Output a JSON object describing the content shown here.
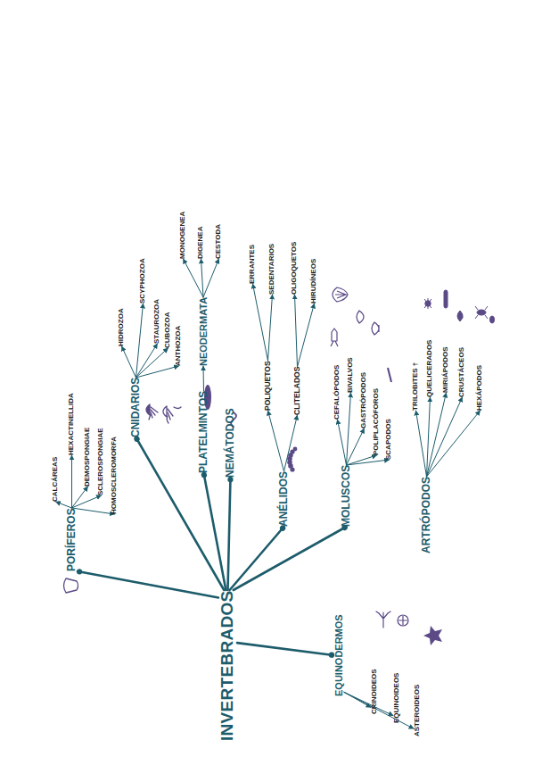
{
  "diagram": {
    "nodes": [
      {
        "text": [
          "INVERTEBRADOS"
        ]
      },
      {
        "text": [
          "PORÍFEROS"
        ]
      },
      {
        "text": [
          "CALCÁREAS"
        ]
      },
      {
        "text": [
          "HEXACTINELLIDA"
        ]
      },
      {
        "text": [
          "DEMOSPONGIAE"
        ]
      },
      {
        "text": [
          "SCLEROSPONGIAE"
        ]
      },
      {
        "text": [
          "HOMOSCLEROMORFA"
        ]
      },
      {
        "text": [
          "CNIDARIOS"
        ]
      },
      {
        "text": [
          "HIDROZOA"
        ]
      },
      {
        "text": [
          "SCYPHOZOA"
        ]
      },
      {
        "text": [
          "STAUROZOA"
        ]
      },
      {
        "text": [
          "CUBOZOA"
        ]
      },
      {
        "text": [
          "ANTHOZOA"
        ]
      },
      {
        "text": [
          "PLATELMINTOS"
        ]
      },
      {
        "text": [
          "NEODERMATA"
        ]
      },
      {
        "text": [
          "MONOGENEA"
        ]
      },
      {
        "text": [
          "DIGENEA"
        ]
      },
      {
        "text": [
          "CESTODA"
        ]
      },
      {
        "text": [
          "NEMÁTODOS"
        ]
      },
      {
        "text": [
          "ANÉLIDOS"
        ]
      },
      {
        "text": [
          "POLIQUETOS"
        ]
      },
      {
        "text": [
          "CLITELADOS"
        ]
      },
      {
        "text": [
          "ERRANTES"
        ]
      },
      {
        "text": [
          "SEDENTARIOS"
        ]
      },
      {
        "text": [
          "OLIGOQUETOS"
        ]
      },
      {
        "text": [
          "HIRUDÍNEOS"
        ]
      },
      {
        "text": [
          "MOLUSCOS"
        ]
      },
      {
        "text": [
          "CEFALÓPODOS"
        ]
      },
      {
        "text": [
          "BIVALVOS"
        ]
      },
      {
        "text": [
          "GASTRÓPODOS"
        ]
      },
      {
        "text": [
          "POLIPLACÓFOROS"
        ]
      },
      {
        "text": [
          "SCAPODOS"
        ]
      },
      {
        "text": [
          "ARTRÓPODOS"
        ]
      },
      {
        "text": [
          "TRILOBITES †"
        ]
      },
      {
        "text": [
          "QUELICERADOS"
        ]
      },
      {
        "text": [
          "MIRIÁPODOS"
        ]
      },
      {
        "text": [
          "CRUSTÁCEOS"
        ]
      },
      {
        "text": [
          "HEXÁPODOS"
        ]
      },
      {
        "text": [
          "EQUINODERMOS"
        ]
      },
      {
        "text": [
          "CRINOIDEOS"
        ]
      },
      {
        "text": [
          "EQUINOIDEOS"
        ]
      },
      {
        "text": [
          "ASTEROIDEOS"
        ]
      }
    ],
    "edges": [
      {
        "from": 0,
        "to": 1,
        "arrow": "to"
      },
      {
        "from": 0,
        "to": 7,
        "arrow": "to"
      },
      {
        "from": 0,
        "to": 13,
        "arrow": "to"
      },
      {
        "from": 0,
        "to": 18,
        "arrow": "to"
      },
      {
        "from": 0,
        "to": 19,
        "arrow": "to"
      },
      {
        "from": 0,
        "to": 26,
        "arrow": "to"
      },
      {
        "from": 0,
        "to": 38,
        "arrow": "to"
      },
      {
        "from": 1,
        "to": 2,
        "arrow": "to"
      },
      {
        "from": 1,
        "to": 3,
        "arrow": "to"
      },
      {
        "from": 1,
        "to": 4,
        "arrow": "to"
      },
      {
        "from": 1,
        "to": 5,
        "arrow": "to"
      },
      {
        "from": 1,
        "to": 6,
        "arrow": "to"
      },
      {
        "from": 7,
        "to": 8,
        "arrow": "to"
      },
      {
        "from": 7,
        "to": 9,
        "arrow": "to"
      },
      {
        "from": 7,
        "to": 10,
        "arrow": "to"
      },
      {
        "from": 7,
        "to": 11,
        "arrow": "to"
      },
      {
        "from": 7,
        "to": 12,
        "arrow": "to"
      },
      {
        "from": 13,
        "to": 14,
        "arrow": "to"
      },
      {
        "from": 14,
        "to": 15,
        "arrow": "to"
      },
      {
        "from": 14,
        "to": 16,
        "arrow": "to"
      },
      {
        "from": 14,
        "to": 17,
        "arrow": "to"
      },
      {
        "from": 19,
        "to": 20,
        "arrow": "to"
      },
      {
        "from": 19,
        "to": 21,
        "arrow": "to"
      },
      {
        "from": 20,
        "to": 22,
        "arrow": "to"
      },
      {
        "from": 20,
        "to": 23,
        "arrow": "to"
      },
      {
        "from": 21,
        "to": 24,
        "arrow": "to"
      },
      {
        "from": 21,
        "to": 25,
        "arrow": "to"
      },
      {
        "from": 26,
        "to": 27,
        "arrow": "to"
      },
      {
        "from": 26,
        "to": 28,
        "arrow": "to"
      },
      {
        "from": 26,
        "to": 29,
        "arrow": "to"
      },
      {
        "from": 26,
        "to": 30,
        "arrow": "to"
      },
      {
        "from": 26,
        "to": 31,
        "arrow": "to"
      },
      {
        "from": 32,
        "to": 33,
        "arrow": "to"
      },
      {
        "from": 32,
        "to": 34,
        "arrow": "to"
      },
      {
        "from": 32,
        "to": 35,
        "arrow": "to"
      },
      {
        "from": 32,
        "to": 36,
        "arrow": "to"
      },
      {
        "from": 32,
        "to": 37,
        "arrow": "to"
      },
      {
        "from": 38,
        "to": 39,
        "arrow": "to"
      },
      {
        "from": 38,
        "to": 40,
        "arrow": "to"
      },
      {
        "from": 38,
        "to": 41,
        "arrow": "to"
      }
    ]
  }
}
